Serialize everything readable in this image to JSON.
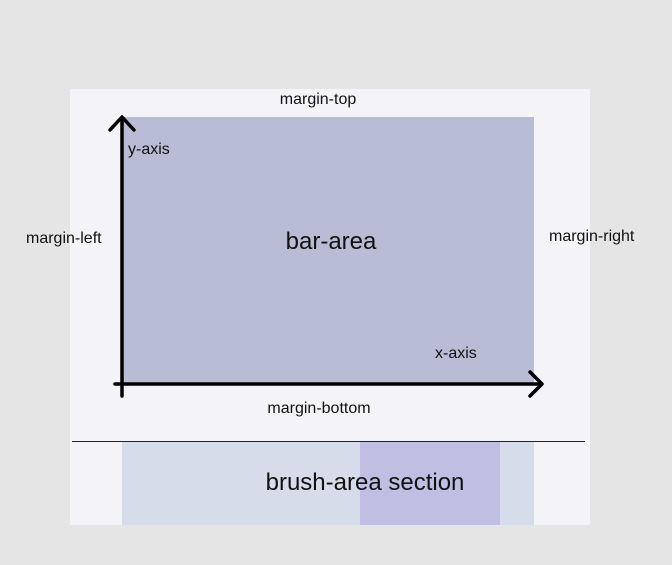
{
  "labels": {
    "margin_top": "margin-top",
    "margin_left": "margin-left",
    "margin_right": "margin-right",
    "margin_bottom": "margin-bottom",
    "y_axis": "y-axis",
    "x_axis": "x-axis",
    "bar_area": "bar-area",
    "brush_area": "brush-area section"
  },
  "colors": {
    "page_background": "#e5e5e5",
    "panel": "#f4f4f8",
    "bar_area": "#b8bdd5",
    "brush_area": "#d6dcea",
    "brush_selection": "#c0bfe3",
    "axis_line": "#000000"
  }
}
